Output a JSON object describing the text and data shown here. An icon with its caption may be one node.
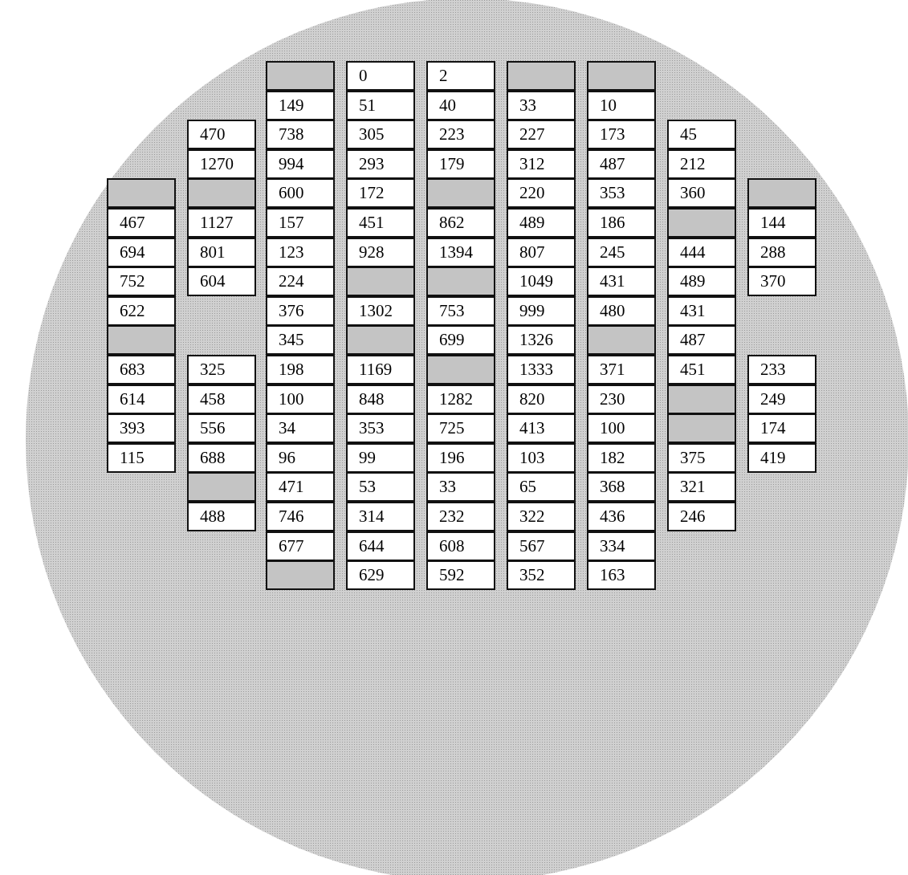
{
  "diagram": {
    "nodes": [
      {
        "text": [],
        "shape": "box"
      },
      {
        "text": [
          "0"
        ]
      },
      {
        "text": [
          "2"
        ]
      },
      {
        "text": [],
        "shape": "box"
      },
      {
        "text": [],
        "shape": "box"
      },
      {
        "text": [
          "149"
        ]
      },
      {
        "text": [
          "51"
        ]
      },
      {
        "text": [
          "40"
        ]
      },
      {
        "text": [
          "33"
        ]
      },
      {
        "text": [
          "10"
        ]
      },
      {
        "text": [
          "470"
        ]
      },
      {
        "text": [
          "738"
        ]
      },
      {
        "text": [
          "305"
        ]
      },
      {
        "text": [
          "223"
        ]
      },
      {
        "text": [
          "227"
        ]
      },
      {
        "text": [
          "173"
        ]
      },
      {
        "text": [
          "45"
        ]
      },
      {
        "text": [
          "1270"
        ]
      },
      {
        "text": [
          "994"
        ]
      },
      {
        "text": [
          "293"
        ]
      },
      {
        "text": [
          "179"
        ]
      },
      {
        "text": [
          "312"
        ]
      },
      {
        "text": [
          "487"
        ]
      },
      {
        "text": [
          "212"
        ]
      },
      {
        "text": [],
        "shape": "box"
      },
      {
        "text": [],
        "shape": "box"
      },
      {
        "text": [
          "600"
        ]
      },
      {
        "text": [
          "172"
        ]
      },
      {
        "text": [],
        "shape": "box"
      },
      {
        "text": [
          "220"
        ]
      },
      {
        "text": [
          "353"
        ]
      },
      {
        "text": [
          "360"
        ]
      },
      {
        "text": [],
        "shape": "box"
      },
      {
        "text": [
          "467"
        ]
      },
      {
        "text": [
          "1127"
        ]
      },
      {
        "text": [
          "157"
        ]
      },
      {
        "text": [
          "451"
        ]
      },
      {
        "text": [
          "862"
        ]
      },
      {
        "text": [
          "489"
        ]
      },
      {
        "text": [
          "186"
        ]
      },
      {
        "text": [],
        "shape": "box"
      },
      {
        "text": [
          "144"
        ]
      },
      {
        "text": [
          "694"
        ]
      },
      {
        "text": [
          "801"
        ]
      },
      {
        "text": [
          "123"
        ]
      },
      {
        "text": [
          "928"
        ]
      },
      {
        "text": [
          "1394"
        ]
      },
      {
        "text": [
          "807"
        ]
      },
      {
        "text": [
          "245"
        ]
      },
      {
        "text": [
          "444"
        ]
      },
      {
        "text": [
          "288"
        ]
      },
      {
        "text": [
          "752"
        ]
      },
      {
        "text": [
          "604"
        ]
      },
      {
        "text": [
          "224"
        ]
      },
      {
        "text": [],
        "shape": "box"
      },
      {
        "text": [],
        "shape": "box"
      },
      {
        "text": [
          "1049"
        ]
      },
      {
        "text": [
          "431"
        ]
      },
      {
        "text": [
          "489"
        ]
      },
      {
        "text": [
          "370"
        ]
      },
      {
        "text": [
          "622"
        ]
      },
      {
        "text": [
          "376"
        ]
      },
      {
        "text": [
          "1302"
        ]
      },
      {
        "text": [
          "753"
        ]
      },
      {
        "text": [
          "999"
        ]
      },
      {
        "text": [
          "480"
        ]
      },
      {
        "text": [
          "431"
        ]
      },
      {
        "text": [],
        "shape": "box"
      },
      {
        "text": [
          "345"
        ]
      },
      {
        "text": [],
        "shape": "box"
      },
      {
        "text": [
          "699"
        ]
      },
      {
        "text": [
          "1326"
        ]
      },
      {
        "text": [],
        "shape": "box"
      },
      {
        "text": [
          "487"
        ]
      },
      {
        "text": [
          "683"
        ]
      },
      {
        "text": [
          "325"
        ]
      },
      {
        "text": [
          "198"
        ]
      },
      {
        "text": [
          "1169"
        ]
      },
      {
        "text": [],
        "shape": "box"
      },
      {
        "text": [
          "1333"
        ]
      },
      {
        "text": [
          "371"
        ]
      },
      {
        "text": [
          "451"
        ]
      },
      {
        "text": [
          "233"
        ]
      },
      {
        "text": [
          "614"
        ]
      },
      {
        "text": [
          "458"
        ]
      },
      {
        "text": [
          "100"
        ]
      },
      {
        "text": [
          "848"
        ]
      },
      {
        "text": [
          "1282"
        ]
      },
      {
        "text": [
          "820"
        ]
      },
      {
        "text": [
          "230"
        ]
      },
      {
        "text": [],
        "shape": "box"
      },
      {
        "text": [
          "249"
        ]
      },
      {
        "text": [
          "393"
        ]
      },
      {
        "text": [
          "556"
        ]
      },
      {
        "text": [
          "34"
        ]
      },
      {
        "text": [
          "353"
        ]
      },
      {
        "text": [
          "725"
        ]
      },
      {
        "text": [
          "413"
        ]
      },
      {
        "text": [
          "100"
        ]
      },
      {
        "text": [],
        "shape": "box"
      },
      {
        "text": [
          "174"
        ]
      },
      {
        "text": [
          "115"
        ]
      },
      {
        "text": [
          "688"
        ]
      },
      {
        "text": [
          "96"
        ]
      },
      {
        "text": [
          "99"
        ]
      },
      {
        "text": [
          "196"
        ]
      },
      {
        "text": [
          "103"
        ]
      },
      {
        "text": [
          "182"
        ]
      },
      {
        "text": [
          "375"
        ]
      },
      {
        "text": [
          "419"
        ]
      },
      {
        "text": [],
        "shape": "box"
      },
      {
        "text": [
          "471"
        ]
      },
      {
        "text": [
          "53"
        ]
      },
      {
        "text": [
          "33"
        ]
      },
      {
        "text": [
          "65"
        ]
      },
      {
        "text": [
          "368"
        ]
      },
      {
        "text": [
          "321"
        ]
      },
      {
        "text": [
          "488"
        ]
      },
      {
        "text": [
          "746"
        ]
      },
      {
        "text": [
          "314"
        ]
      },
      {
        "text": [
          "232"
        ]
      },
      {
        "text": [
          "322"
        ]
      },
      {
        "text": [
          "436"
        ]
      },
      {
        "text": [
          "246"
        ]
      },
      {
        "text": [
          "677"
        ]
      },
      {
        "text": [
          "644"
        ]
      },
      {
        "text": [
          "608"
        ]
      },
      {
        "text": [
          "567"
        ]
      },
      {
        "text": [
          "334"
        ]
      },
      {
        "text": [],
        "shape": "box"
      },
      {
        "text": [
          "629"
        ]
      },
      {
        "text": [
          "592"
        ]
      },
      {
        "text": [
          "352"
        ]
      },
      {
        "text": [
          "163"
        ]
      }
    ]
  }
}
